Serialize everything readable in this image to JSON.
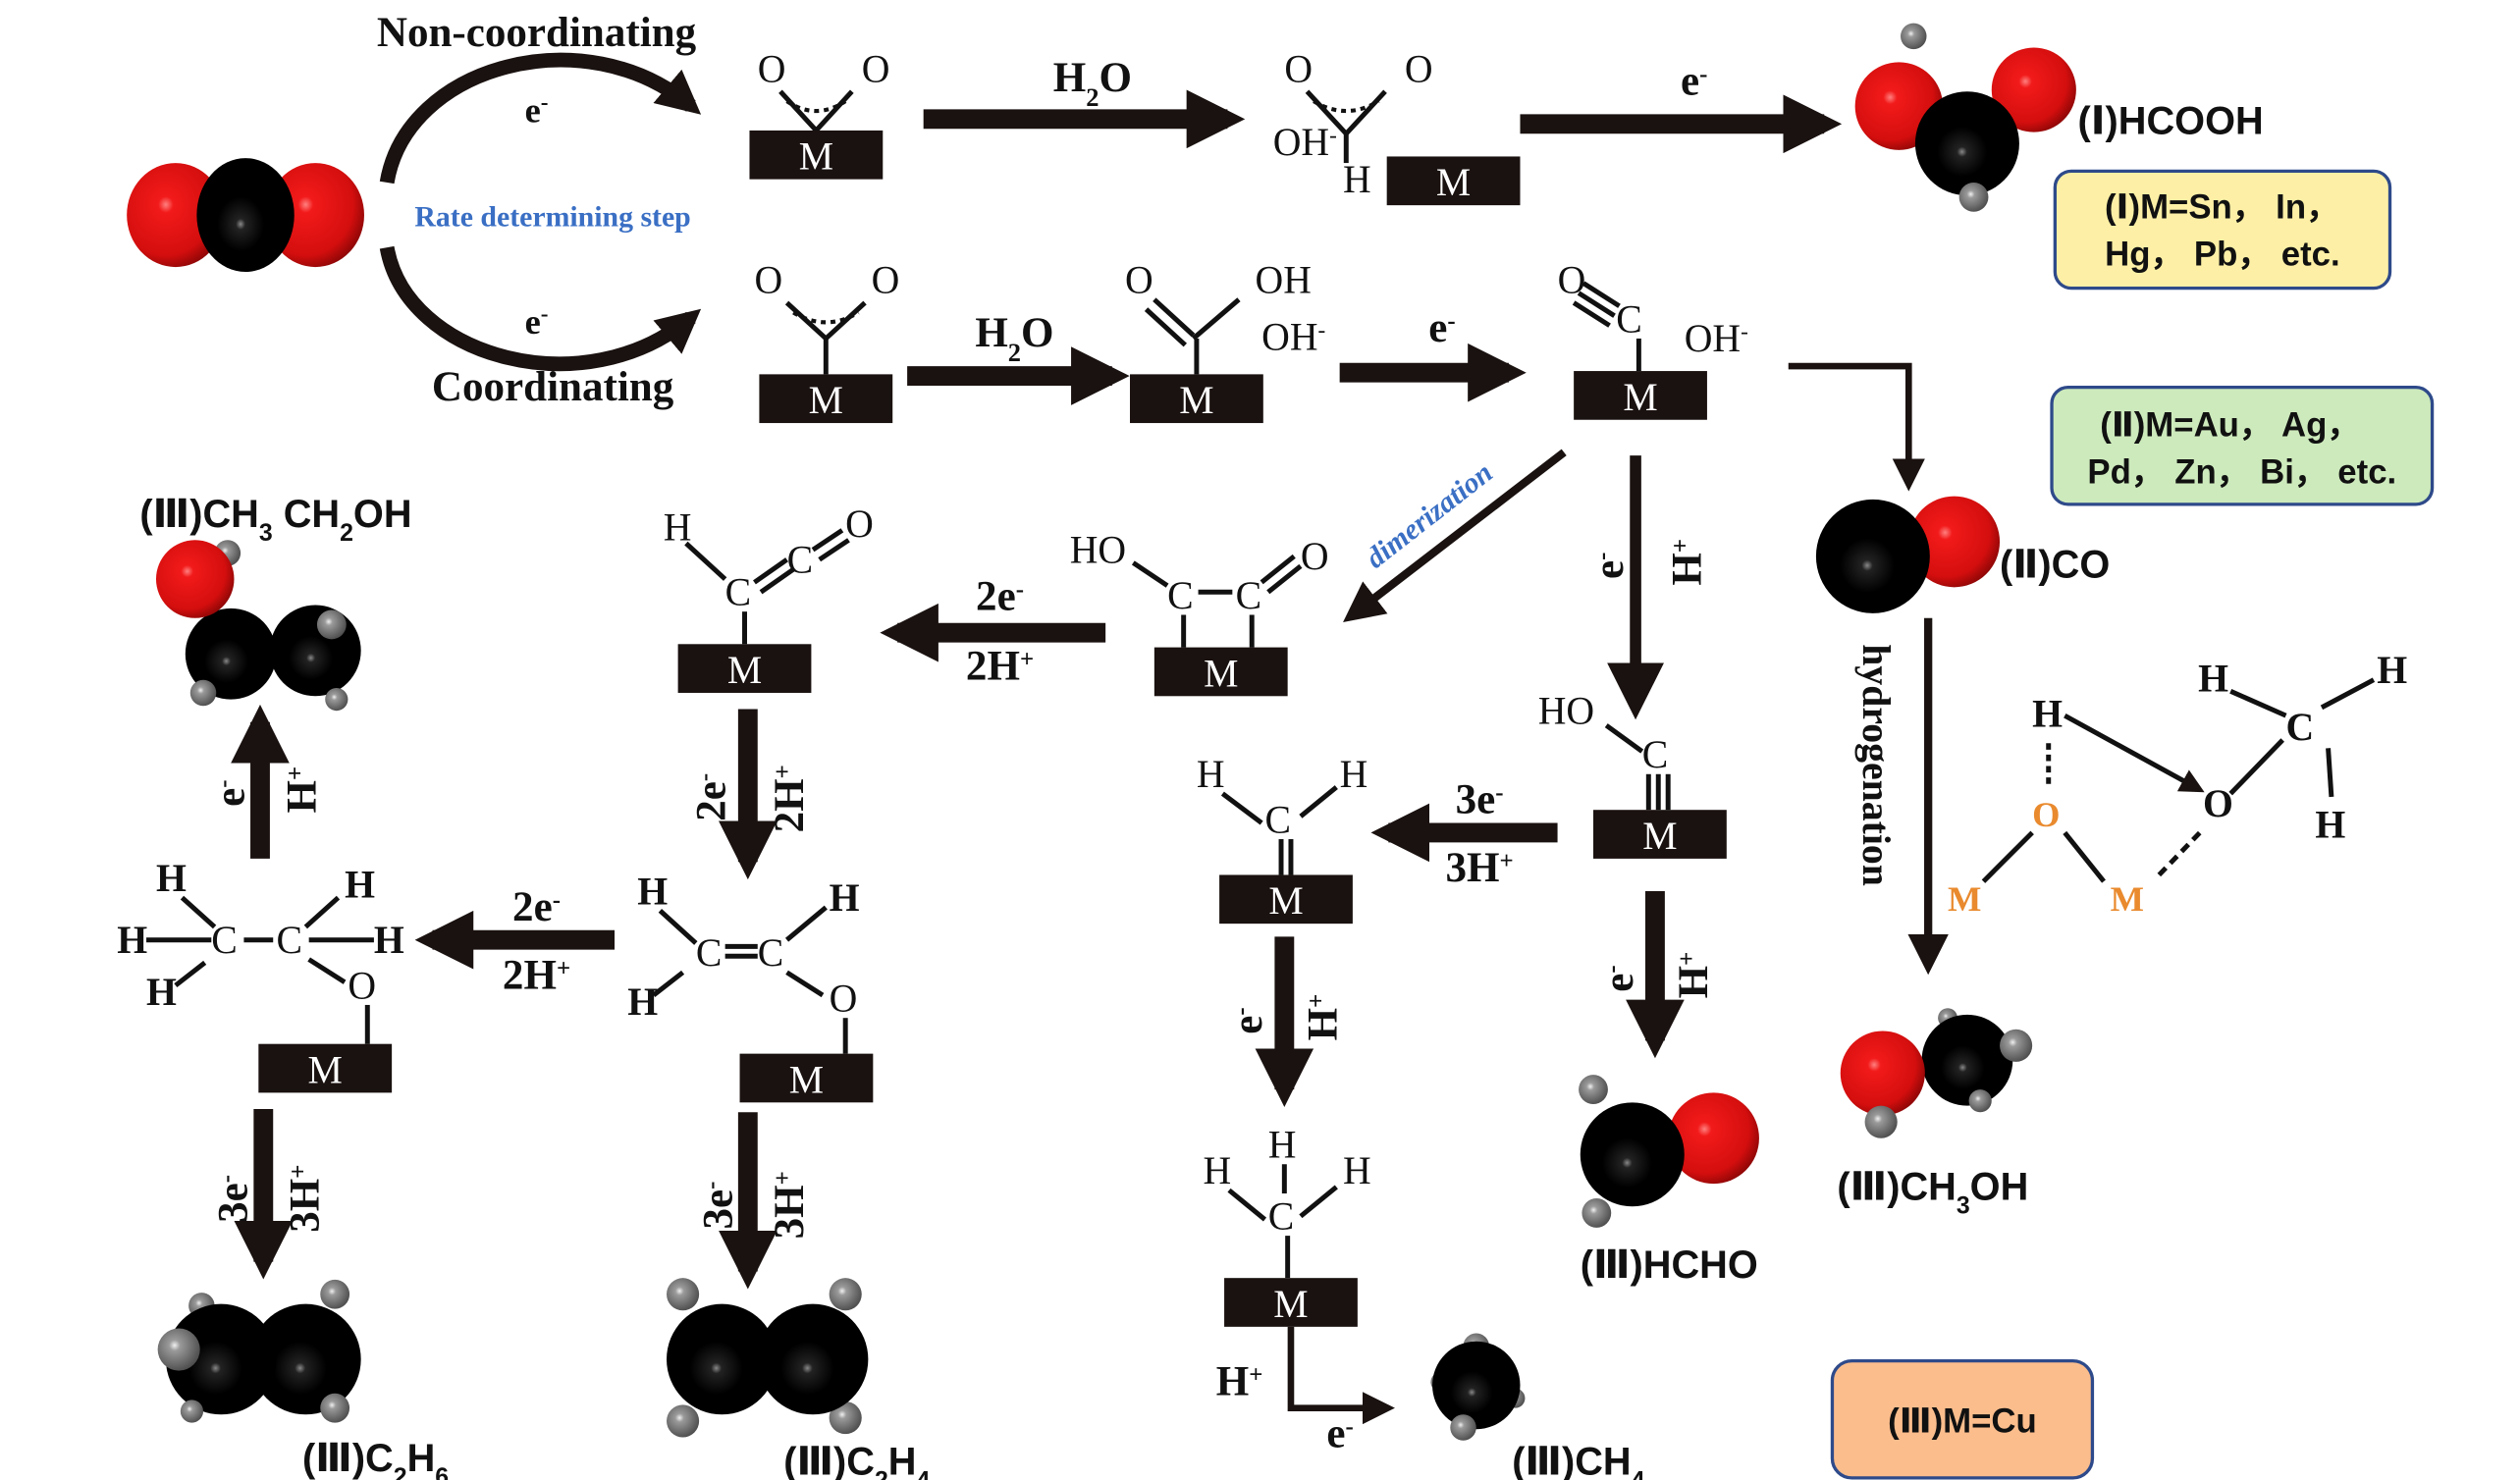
{
  "title": "CO2 electroreduction pathways on metal catalysts",
  "colors": {
    "oxygen_atom": "#e01515",
    "carbon_atom": "#000000",
    "hydrogen_atom": "#8a8a8a",
    "annotation_blue": "#3a6fc4",
    "highlight_orange": "#e98a2e",
    "box_yellow": "#fdf0a6",
    "box_green": "#cdeabc",
    "box_orange": "#fbbd8c",
    "box_border": "#2e4a8a"
  },
  "reactant": {
    "label": "CO2"
  },
  "branches": {
    "non_coordinating": "Non-coordinating",
    "coordinating": "Coordinating",
    "rate_step": "Rate determining step",
    "electron": "e-"
  },
  "metal": "M",
  "steps": {
    "h2o": "H2O",
    "e": "e-",
    "two_e": "2e-",
    "two_h": "2H+",
    "three_e": "3e-",
    "three_h": "3H+",
    "h_plus": "H+",
    "dimerization": "dimerization",
    "hydrogenation": "hydrogenation"
  },
  "intermediates": {
    "oco_non": [
      "O",
      "O"
    ],
    "hcoo": [
      "O",
      "O",
      "OH-",
      "H"
    ],
    "oco_coord": [
      "O",
      "O"
    ],
    "cooh": [
      "O",
      "OH",
      "OH-"
    ],
    "co_ads": [
      "O",
      "C",
      "OH-"
    ],
    "occo": [
      "HO",
      "C",
      "C",
      "O"
    ],
    "hcco": [
      "H",
      "C",
      "C",
      "O"
    ],
    "choh": [
      "HO",
      "C"
    ],
    "ch2": [
      "H",
      "C",
      "H"
    ],
    "ch3": [
      "H",
      "H",
      "H",
      "C"
    ],
    "ch2cho": [
      "H",
      "H",
      "C",
      "C",
      "H",
      "O"
    ],
    "ch3ch2o": [
      "H",
      "H",
      "H",
      "C",
      "C",
      "H",
      "H",
      "O"
    ],
    "methoxy_mech": [
      "H",
      "O",
      "M",
      "M",
      "O",
      "H",
      "H",
      "C",
      "H"
    ]
  },
  "products": {
    "hcooh": "(Ⅰ)HCOOH",
    "co": "(Ⅱ)CO",
    "ch3oh": "(Ⅲ)CH3OH",
    "hcho": "(Ⅲ)HCHO",
    "ch4": "(Ⅲ)CH4",
    "c2h4": "(Ⅲ)C2H4",
    "c2h6": "(Ⅲ)C2H6",
    "ethanol": "(Ⅲ)CH3 CH2OH"
  },
  "legend_boxes": [
    {
      "line1": "(Ⅰ)M=Sn， In，",
      "line2": "Hg， Pb， etc."
    },
    {
      "line1": "(Ⅱ)M=Au， Ag，",
      "line2": "Pd， Zn， Bi， etc."
    },
    {
      "line1": "(Ⅲ)M=Cu",
      "line2": ""
    }
  ]
}
